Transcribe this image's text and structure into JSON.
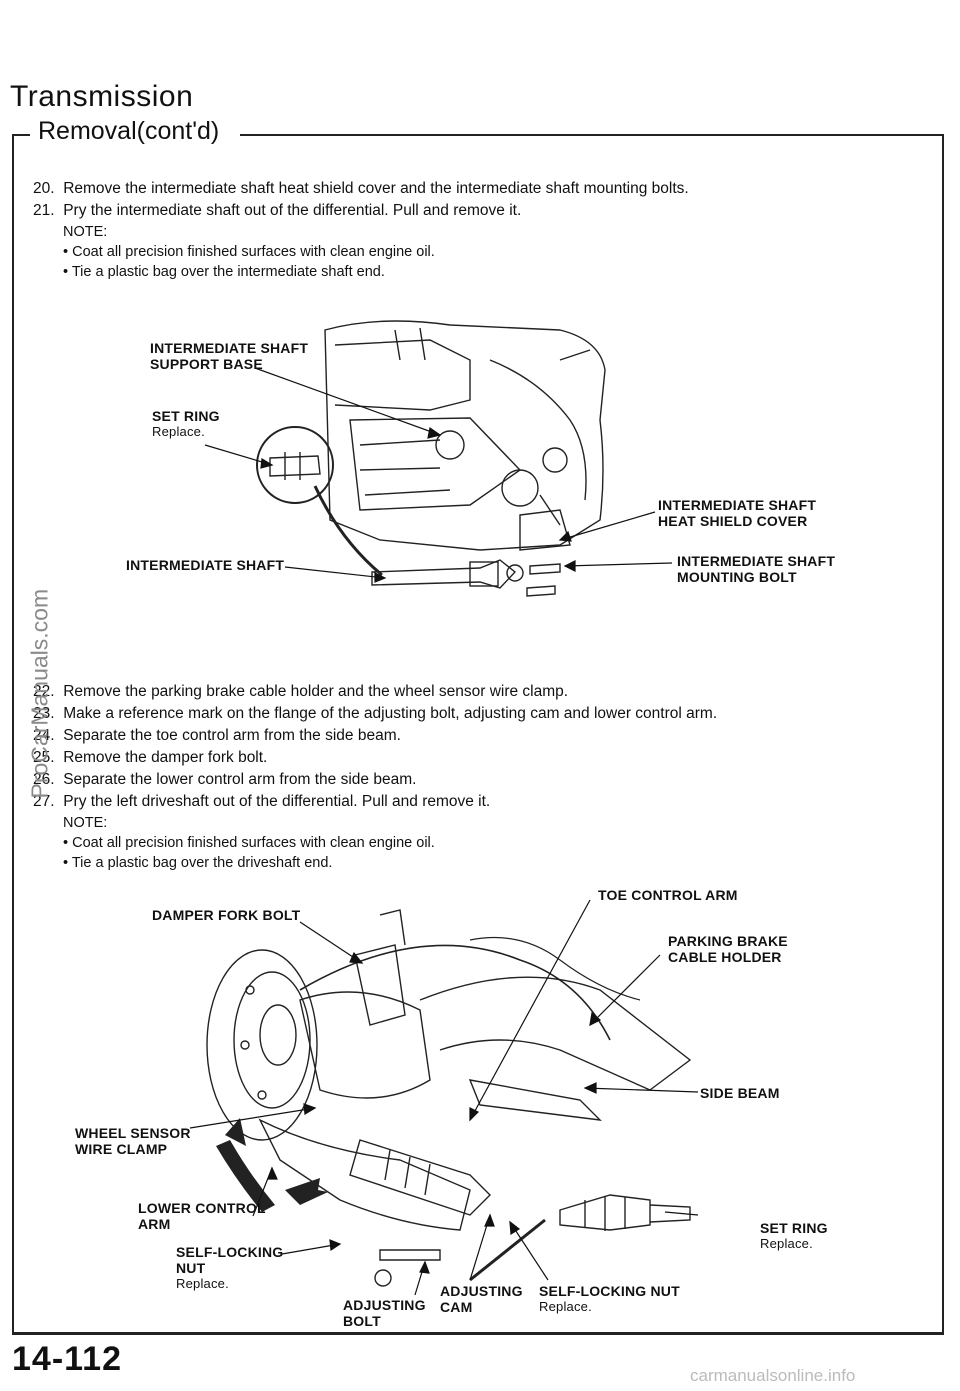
{
  "header": {
    "section_title": "Transmission",
    "subsection_title": "Removal(cont'd)"
  },
  "steps_top": [
    {
      "num": "20.",
      "text": "Remove the intermediate shaft heat shield cover and the intermediate shaft mounting bolts."
    },
    {
      "num": "21.",
      "text": "Pry the intermediate shaft out of the differential. Pull and remove it."
    }
  ],
  "note_top": {
    "label": "NOTE:",
    "items": [
      "• Coat all precision finished surfaces with clean engine oil.",
      "• Tie a plastic bag over the intermediate shaft end."
    ]
  },
  "figure1": {
    "callouts": {
      "support_base_1": "INTERMEDIATE SHAFT",
      "support_base_2": "SUPPORT BASE",
      "set_ring": "SET RING",
      "set_ring_note": "Replace.",
      "heat_shield_1": "INTERMEDIATE SHAFT",
      "heat_shield_2": "HEAT SHIELD COVER",
      "shaft": "INTERMEDIATE SHAFT",
      "mounting_bolt_1": "INTERMEDIATE SHAFT",
      "mounting_bolt_2": "MOUNTING BOLT"
    }
  },
  "steps_bottom": [
    {
      "num": "22.",
      "text": "Remove the parking brake cable holder and the wheel sensor wire clamp."
    },
    {
      "num": "23.",
      "text": "Make a reference mark on the flange of the adjusting bolt, adjusting cam and lower control arm."
    },
    {
      "num": "24.",
      "text": "Separate the toe control arm from the side beam."
    },
    {
      "num": "25.",
      "text": "Remove the damper fork bolt."
    },
    {
      "num": "26.",
      "text": "Separate the lower control arm from the side beam."
    },
    {
      "num": "27.",
      "text": "Pry the left driveshaft out of the differential. Pull and remove it."
    }
  ],
  "note_bottom": {
    "label": "NOTE:",
    "items": [
      "• Coat all precision finished surfaces with clean engine oil.",
      "• Tie a plastic bag over the driveshaft end."
    ]
  },
  "figure2": {
    "callouts": {
      "damper_fork_bolt": "DAMPER FORK BOLT",
      "toe_control_arm": "TOE CONTROL ARM",
      "parking_brake_1": "PARKING BRAKE",
      "parking_brake_2": "CABLE HOLDER",
      "side_beam": "SIDE BEAM",
      "wheel_sensor_1": "WHEEL SENSOR",
      "wheel_sensor_2": "WIRE CLAMP",
      "lower_arm_1": "LOWER CONTROL",
      "lower_arm_2": "ARM",
      "set_ring": "SET RING",
      "set_ring_note": "Replace.",
      "self_locking_1": "SELF-LOCKING",
      "self_locking_2": "NUT",
      "self_locking_note": "Replace.",
      "adjusting_bolt_1": "ADJUSTING",
      "adjusting_bolt_2": "BOLT",
      "adjusting_cam_1": "ADJUSTING",
      "adjusting_cam_2": "CAM",
      "self_locking_nut": "SELF-LOCKING NUT",
      "self_locking_nut_note": "Replace."
    }
  },
  "footer": {
    "page_number": "14-112",
    "site": "carmanualsonline.info",
    "watermark": "ProCarManuals.com"
  }
}
